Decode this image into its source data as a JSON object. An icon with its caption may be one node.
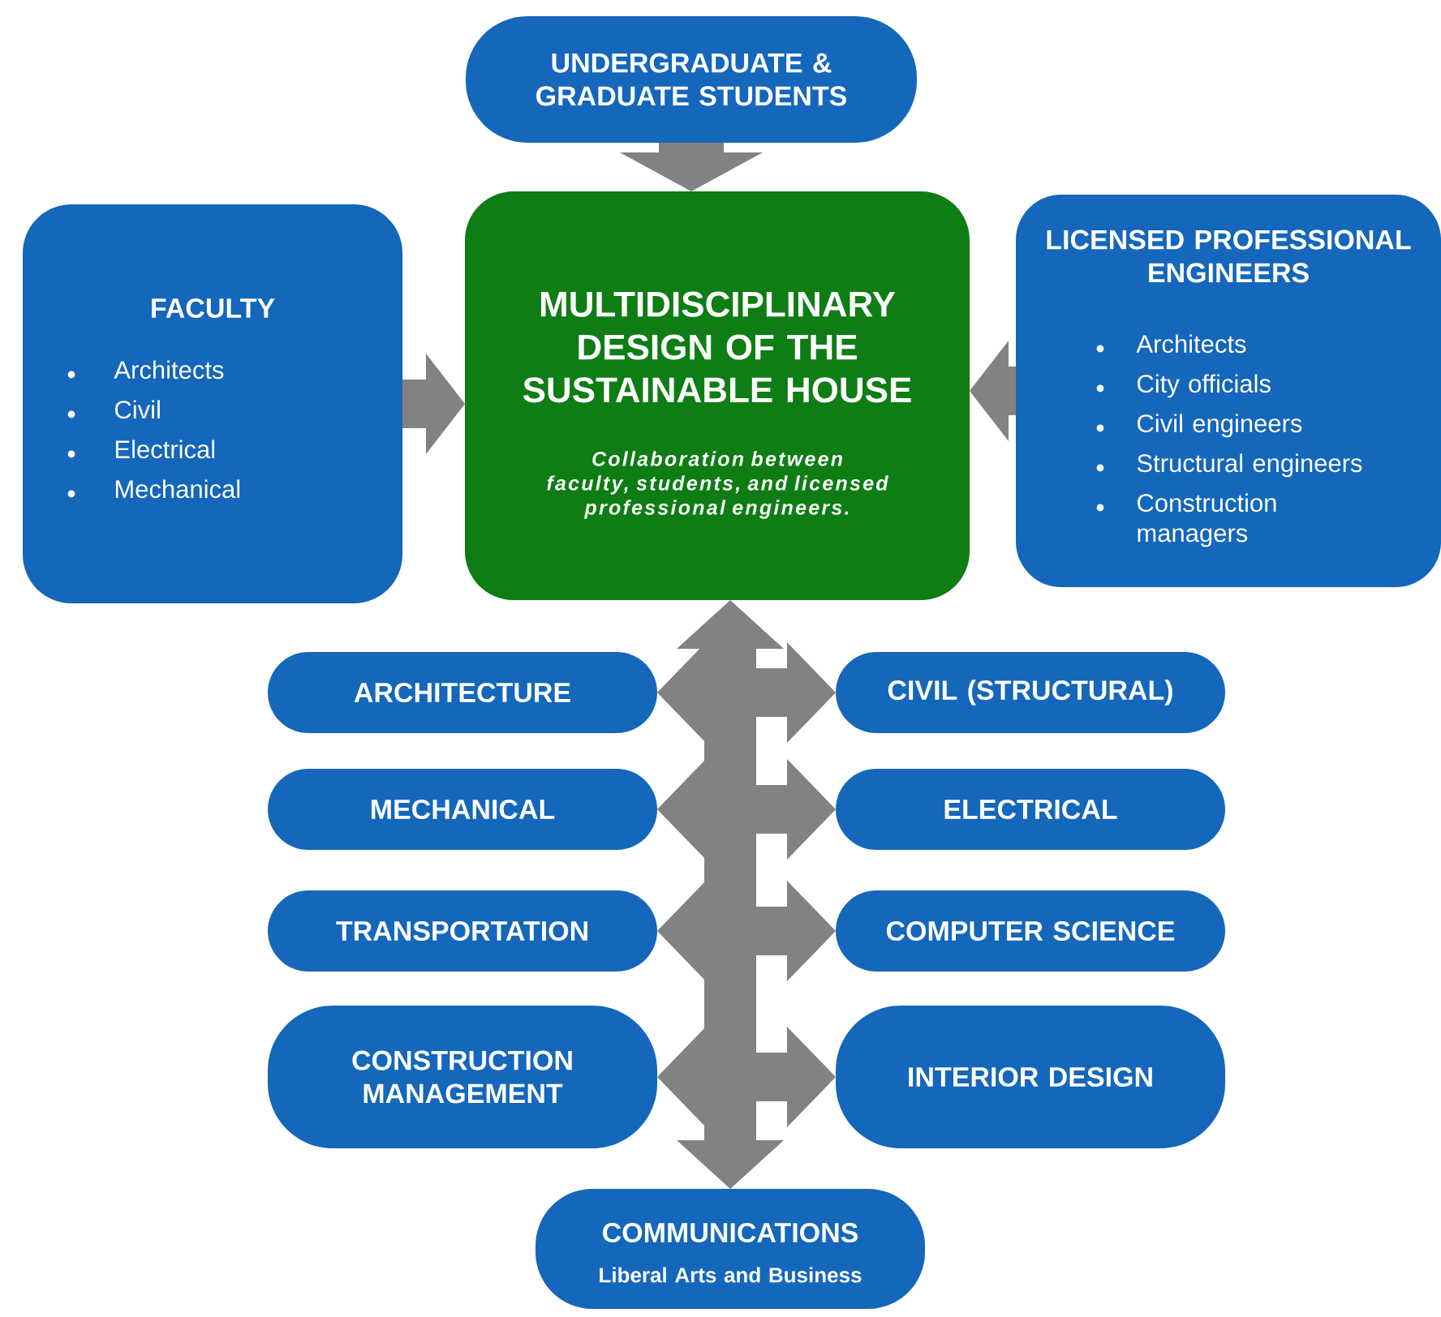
{
  "diagram": {
    "nodes": [
      {
        "text": [
          "UNDERGRADUATE & GRADUATE STUDENTS"
        ]
      },
      {
        "text": [
          "FACULTY",
          "Architects",
          "Civil",
          "Electrical",
          "Mechanical"
        ]
      },
      {
        "text": [
          "MULTIDISCIPLINARY DESIGN OF THE SUSTAINABLE HOUSE",
          "Collaboration between faculty, students, and licensed professional engineers."
        ]
      },
      {
        "text": [
          "LICENSED PROFESSIONAL ENGINEERS",
          "Architects",
          "City officials",
          "Civil engineers",
          "Structural engineers",
          "Construction managers"
        ]
      },
      {
        "text": [
          "ARCHITECTURE"
        ]
      },
      {
        "text": [
          "CIVIL (STRUCTURAL)"
        ]
      },
      {
        "text": [
          "MECHANICAL"
        ]
      },
      {
        "text": [
          "ELECTRICAL"
        ]
      },
      {
        "text": [
          "TRANSPORTATION"
        ]
      },
      {
        "text": [
          "COMPUTER SCIENCE"
        ]
      },
      {
        "text": [
          "CONSTRUCTION MANAGEMENT"
        ]
      },
      {
        "text": [
          "INTERIOR DESIGN"
        ]
      },
      {
        "text": [
          "COMMUNICATIONS",
          "Liberal Arts and Business"
        ]
      }
    ],
    "edges": [
      {
        "from": 0,
        "to": 2,
        "arrow": "to"
      },
      {
        "from": 1,
        "to": 2,
        "arrow": "to"
      },
      {
        "from": 3,
        "to": 2,
        "arrow": "to"
      },
      {
        "from": 2,
        "to": 12,
        "arrow": "both"
      },
      {
        "from": 4,
        "to": 5,
        "arrow": "both"
      },
      {
        "from": 6,
        "to": 7,
        "arrow": "both"
      },
      {
        "from": 8,
        "to": 9,
        "arrow": "both"
      },
      {
        "from": 10,
        "to": 11,
        "arrow": "both"
      }
    ]
  }
}
